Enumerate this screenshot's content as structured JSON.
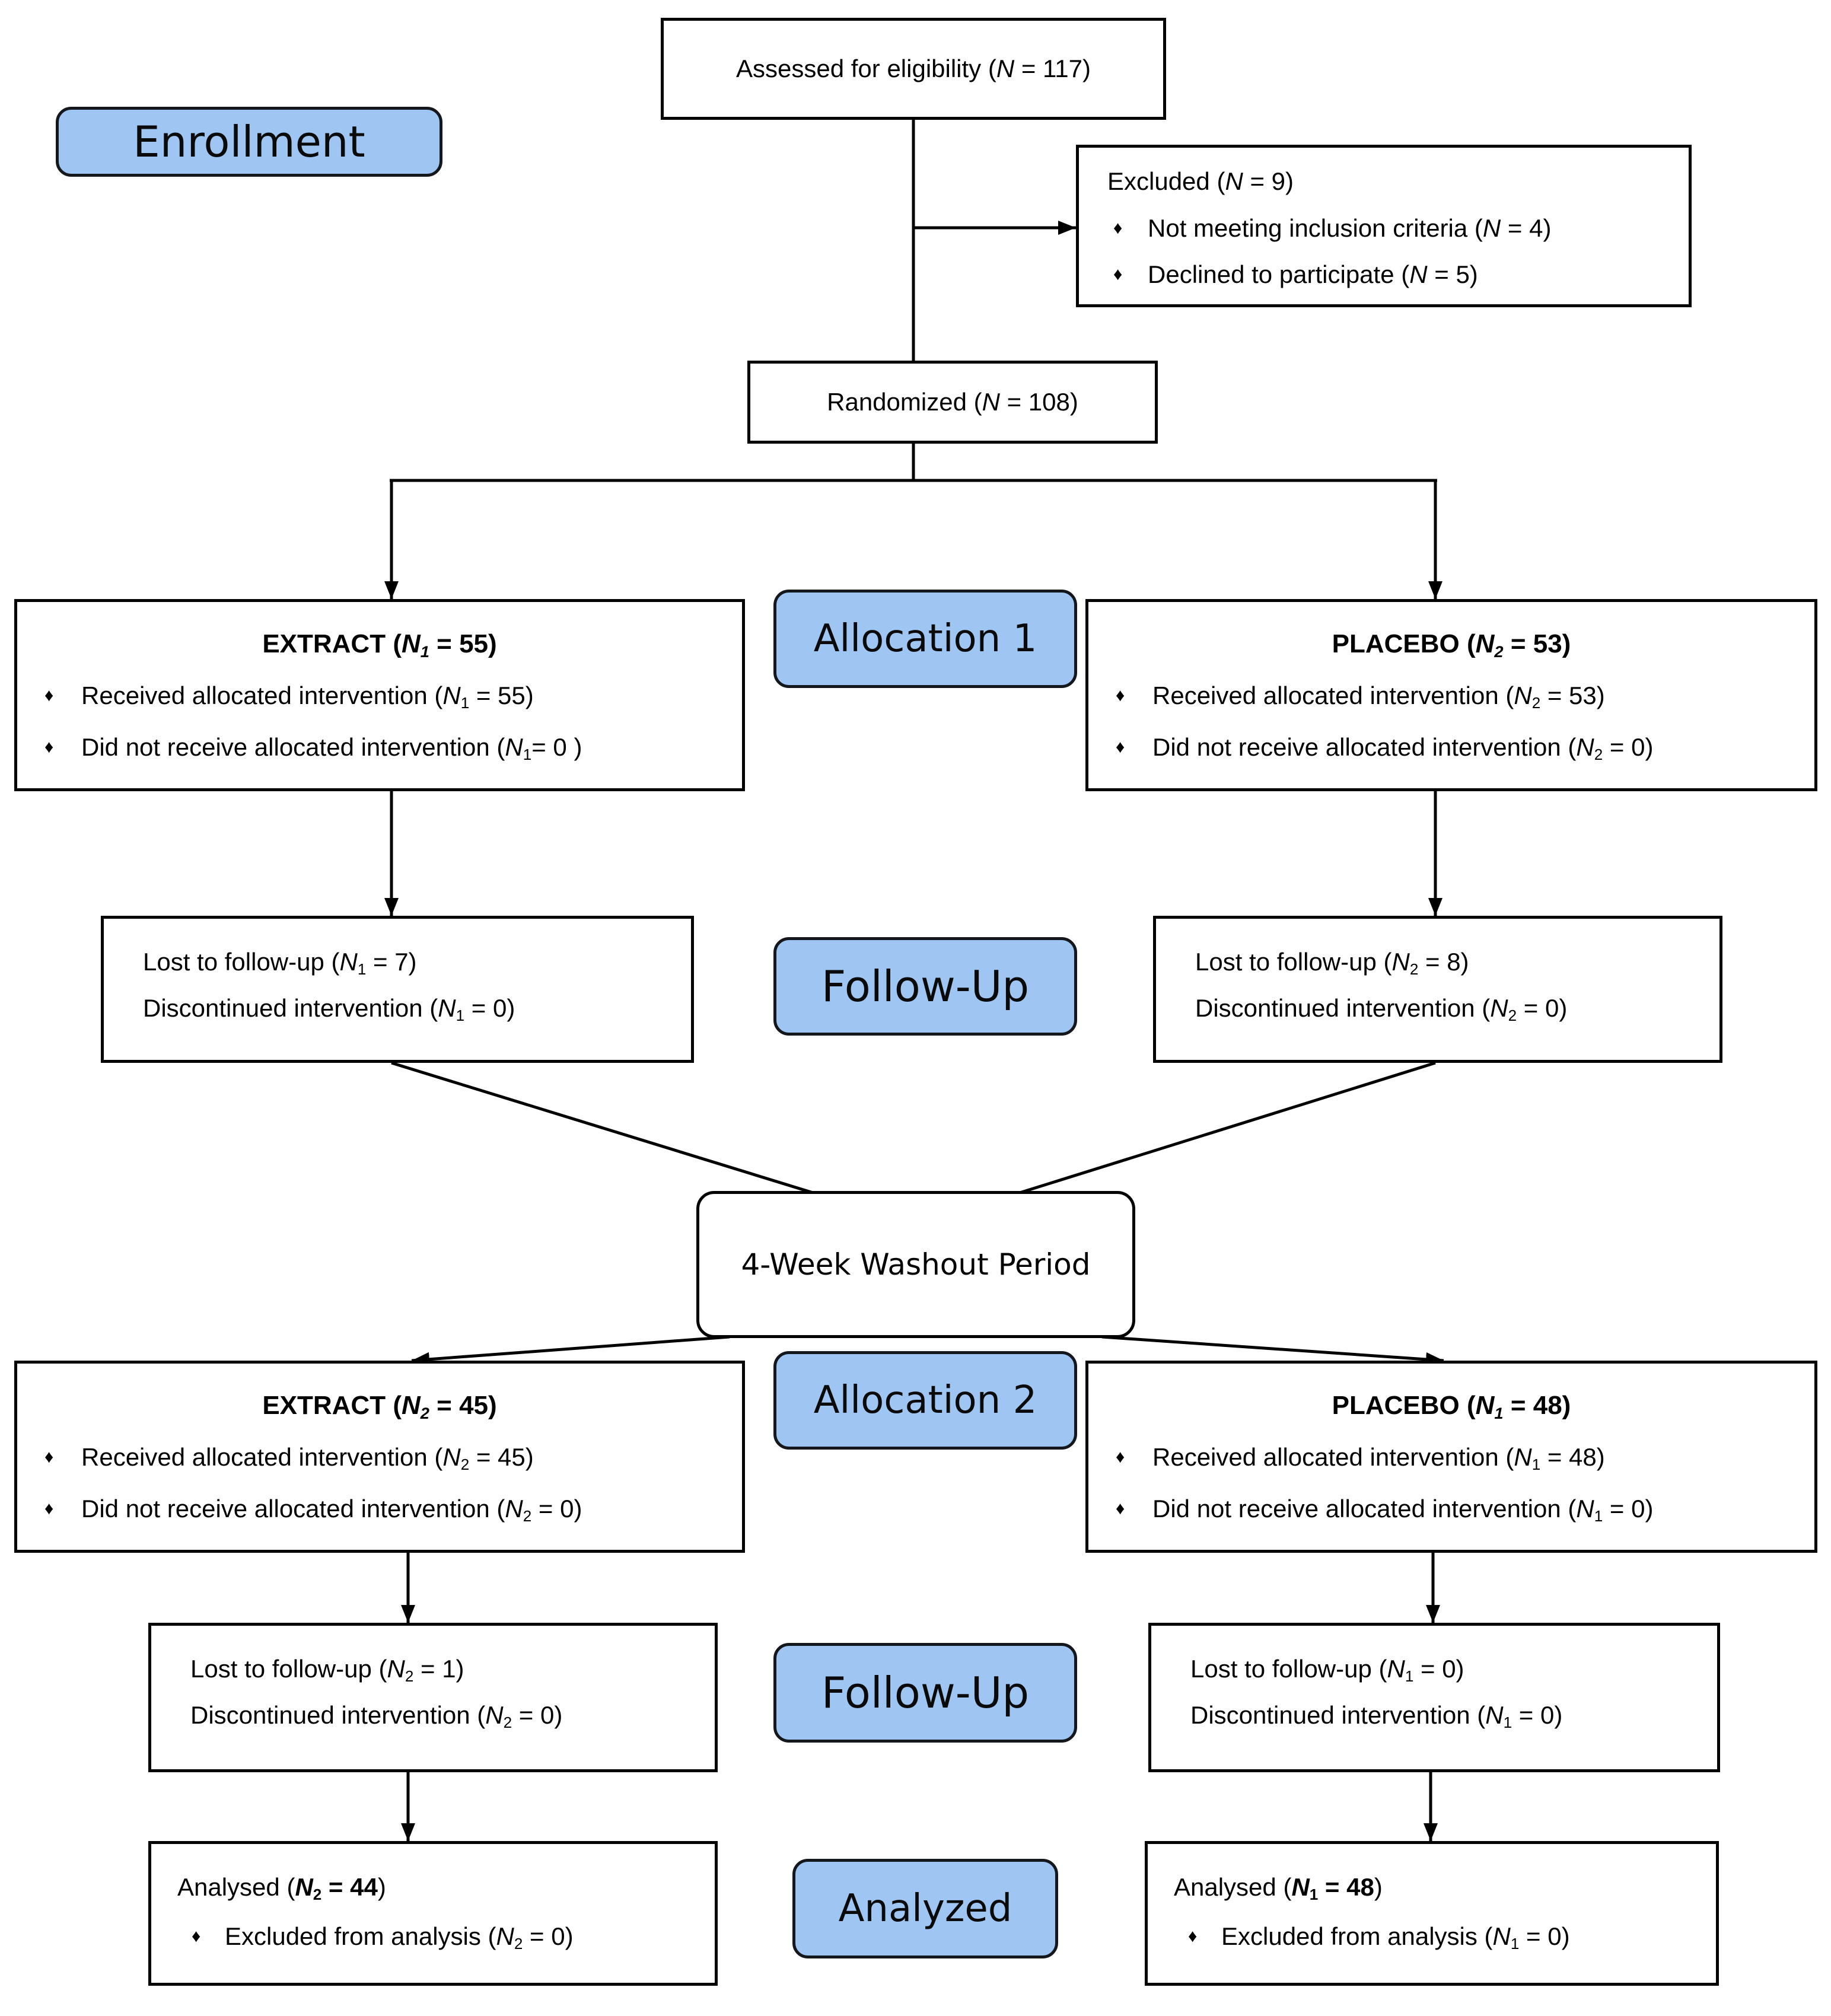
{
  "colors": {
    "label_fill": "#9FC5F2",
    "box_border": "#000000",
    "label_border": "#14171c"
  },
  "bullet_glyph": "♦",
  "stages": {
    "enrollment": {
      "label": "Enrollment"
    },
    "allocation1": {
      "label": "Allocation 1"
    },
    "followup1": {
      "label": "Follow-Up"
    },
    "allocation2": {
      "label": "Allocation 2"
    },
    "followup2": {
      "label": "Follow-Up"
    },
    "analyzed": {
      "label": "Analyzed"
    }
  },
  "washout": {
    "label": "4-Week Washout Period"
  },
  "boxes": {
    "assessed": {
      "text": "Assessed for eligibility (<i>N</i> = 117)"
    },
    "excluded": {
      "title": "Excluded (<i>N</i> = 9)",
      "bullets": [
        "Not meeting inclusion criteria (<i>N</i> = 4)",
        "Declined to participate (<i>N</i> = 5)"
      ]
    },
    "randomized": {
      "text": "Randomized (<i>N</i> = 108)"
    },
    "extract1": {
      "title": "EXTRACT (<i>N<sub>1</sub></i> = 55)",
      "bullets": [
        "Received allocated intervention (<i>N</i><sub>1</sub> = 55)",
        "Did not receive allocated intervention (<i>N</i><sub>1</sub>= 0 )"
      ]
    },
    "placebo1": {
      "title": "PLACEBO (<i>N<sub>2</sub></i> = 53)",
      "bullets": [
        "Received allocated intervention (<i>N</i><sub>2</sub> = 53)",
        "Did not receive allocated intervention (<i>N</i><sub>2</sub> = 0)"
      ]
    },
    "followup1_left": {
      "lines": [
        "Lost to follow-up (<i>N</i><sub>1</sub> = 7)",
        "Discontinued intervention (<i>N</i><sub>1</sub> = 0)"
      ]
    },
    "followup1_right": {
      "lines": [
        "Lost to follow-up (<i>N</i><sub>2</sub> = 8)",
        "Discontinued intervention (<i>N</i><sub>2</sub> = 0)"
      ]
    },
    "extract2": {
      "title": "EXTRACT (<i>N<sub>2</sub></i> = 45)",
      "bullets": [
        "Received allocated intervention (<i>N</i><sub>2</sub> = 45)",
        "Did not receive allocated intervention (<i>N</i><sub>2</sub> = 0)"
      ]
    },
    "placebo2": {
      "title": "PLACEBO (<i>N<sub>1</sub></i> = 48)",
      "bullets": [
        "Received allocated intervention (<i>N</i><sub>1</sub> = 48)",
        "Did not receive allocated intervention (<i>N</i><sub>1</sub> = 0)"
      ]
    },
    "followup2_left": {
      "lines": [
        "Lost to follow-up (<i>N</i><sub>2</sub> = 1)",
        "Discontinued intervention (<i>N</i><sub>2</sub> = 0)"
      ]
    },
    "followup2_right": {
      "lines": [
        "Lost to follow-up (<i>N</i><sub>1</sub> = 0)",
        "Discontinued intervention (<i>N</i><sub>1</sub> = 0)"
      ]
    },
    "analysed_left": {
      "title": "Analysed (<b><i>N</i><sub>2</sub> = 44</b>)",
      "bullets": [
        "Excluded from analysis (<i>N</i><sub>2</sub> = 0)"
      ]
    },
    "analysed_right": {
      "title": "Analysed (<b><i>N</i><sub>1</sub> = 48</b>)",
      "bullets": [
        "Excluded from analysis (<i>N</i><sub>1</sub> = 0)"
      ]
    }
  }
}
